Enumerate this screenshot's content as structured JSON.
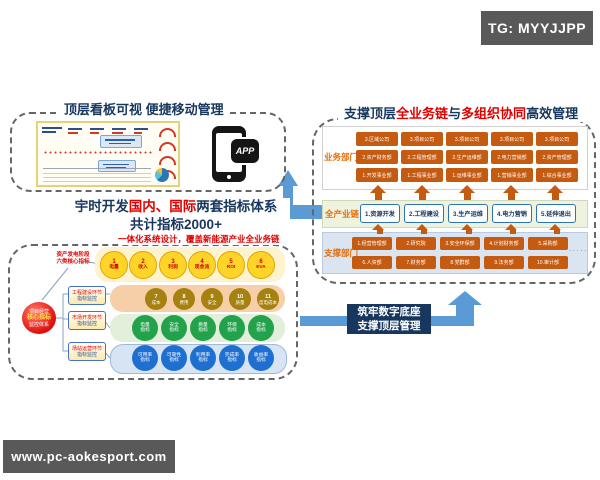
{
  "badges": {
    "top_right": "TG: MYYJJPP",
    "bottom_left": "www.pc-aokesport.com"
  },
  "colors": {
    "accent_orange": "#c55a11",
    "navy": "#17375e",
    "red": "#e00000",
    "arrow_blue": "#5b9bd5",
    "badge_gray": "#595959"
  },
  "top_box": {
    "title": "顶层看板可视 便捷移动管理",
    "app_label": "APP"
  },
  "indicator_block": {
    "t1a": "宇时开发",
    "t1b": "国内、国际",
    "t1c": "两套指标体系",
    "t2": "共计指标2000+",
    "t3": "一体化系统设计，覆盖新能源产业全业务链"
  },
  "left_box": {
    "stage_label": {
      "l1": "资产发电阶段",
      "l2": "六类核心指标"
    },
    "core_circle": {
      "l1": "项目经营",
      "l2": "核心指标",
      "l3": "监控体系"
    },
    "link_boxes": [
      {
        "l1": "工程建设环节",
        "l2": "指标监控"
      },
      {
        "l1": "市场开发环节",
        "l2": "指标监控"
      },
      {
        "l1": "场站运营环节",
        "l2": "指标监控"
      }
    ],
    "yellow": [
      {
        "n": "1",
        "t": "电量"
      },
      {
        "n": "2",
        "t": "收入"
      },
      {
        "n": "3",
        "t": "利润"
      },
      {
        "n": "4",
        "t": "现金流"
      },
      {
        "n": "5",
        "t": "ROI"
      },
      {
        "n": "6",
        "t": "EVA"
      }
    ],
    "olive": [
      {
        "n": "7",
        "t": "成本"
      },
      {
        "n": "8",
        "t": "费用"
      },
      {
        "n": "9",
        "t": "安全"
      },
      {
        "n": "10",
        "t": "质量"
      },
      {
        "n": "11",
        "t": "度电成本"
      }
    ],
    "green": [
      {
        "t1": "电量",
        "t2": "指标"
      },
      {
        "t1": "安全",
        "t2": "指标"
      },
      {
        "t1": "质量",
        "t2": "指标"
      },
      {
        "t1": "环保",
        "t2": "指标"
      },
      {
        "t1": "成本",
        "t2": "指标"
      }
    ],
    "blue": [
      {
        "t1": "可用率",
        "t2": "指标"
      },
      {
        "t1": "可靠性",
        "t2": "指标"
      },
      {
        "t1": "利用率",
        "t2": "指标"
      },
      {
        "t1": "完成率",
        "t2": "指标"
      },
      {
        "t1": "收益率",
        "t2": "指标"
      }
    ]
  },
  "right_box": {
    "title": {
      "a": "支撑顶层",
      "b": "全业务链",
      "c": "与",
      "d": "多组织协同",
      "e": "高效管理"
    },
    "business": {
      "label": "业务部门",
      "columns": [
        [
          "3.区域公司",
          "2.资产财务部",
          "1.开发事业部"
        ],
        [
          "3.项目公司",
          "2.工程管理部",
          "1.工程事业部"
        ],
        [
          "3.项目公司",
          "2.生产运维部",
          "1.运维事业部"
        ],
        [
          "3.项目公司",
          "2.电力营销部",
          "1.营销事业部"
        ],
        [
          "3.项目公司",
          "2.资产管理部",
          "1.综合事业部"
        ]
      ]
    },
    "chain": {
      "label": "全产业链",
      "items": [
        "1.资源开发",
        "2.工程建设",
        "3.生产运维",
        "4.电力营销",
        "5.延伸退出"
      ]
    },
    "support": {
      "label": "支撑部门",
      "row1": [
        "1.经营管理部",
        "2.研究院",
        "3.安全环保部",
        "4.计划财务部",
        "5.采购部"
      ],
      "row2": [
        "6.人资部",
        "7.财务部",
        "8.党群部",
        "9.法务部",
        "10.审计部"
      ],
      "more": "·····"
    }
  },
  "banner": {
    "line1": "筑牢数字底座",
    "line2": "支撑顶层管理"
  }
}
